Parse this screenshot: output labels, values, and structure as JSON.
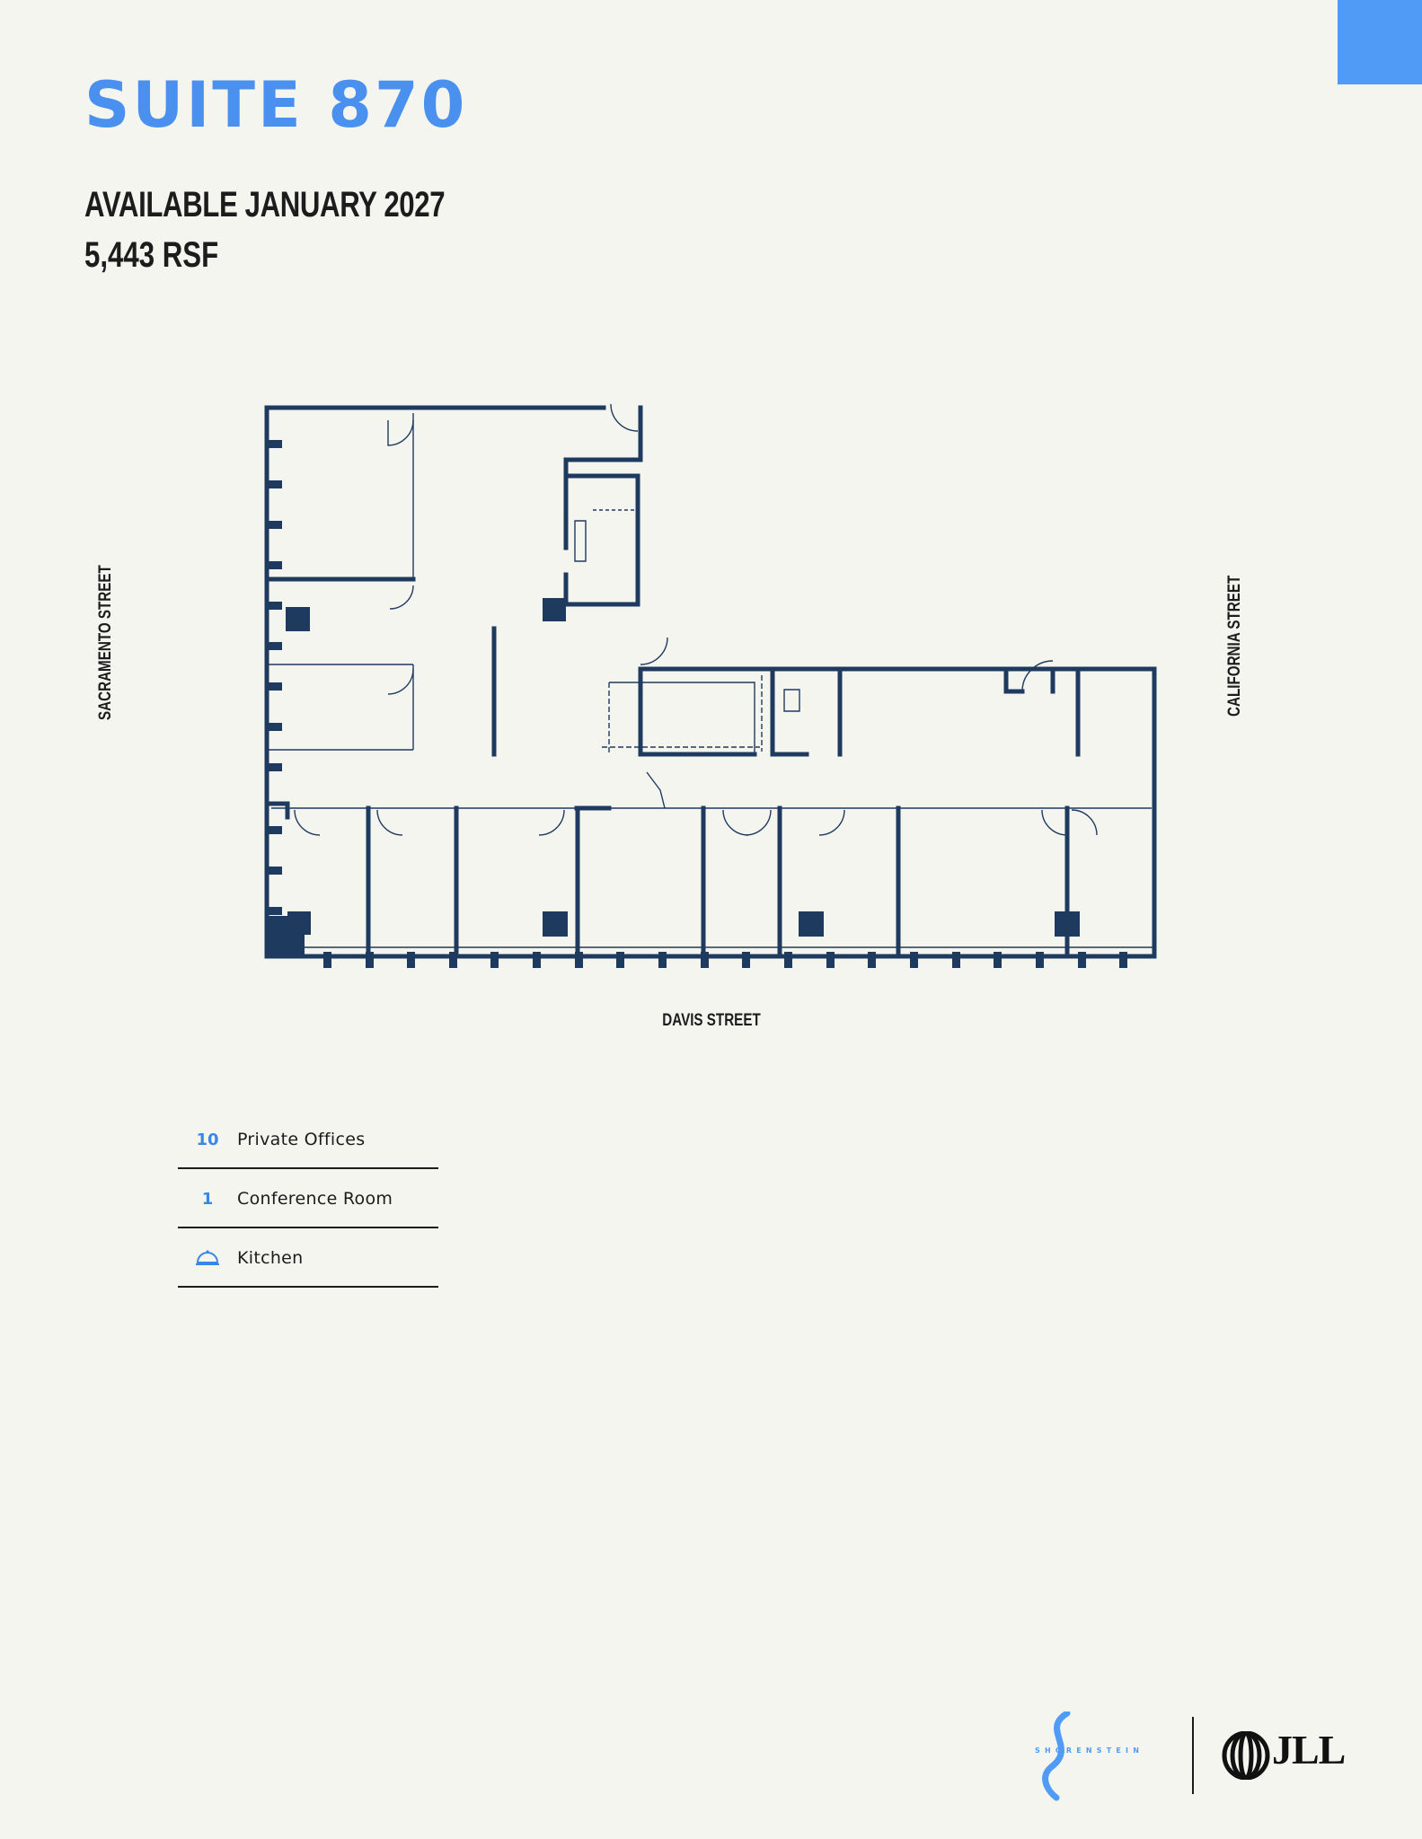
{
  "header": {
    "title": "SUITE 870",
    "availability": "AVAILABLE JANUARY 2027",
    "rsf": "5,443 RSF"
  },
  "streets": {
    "sacramento": "SACRAMENTO STREET",
    "california": "CALIFORNIA STREET",
    "davis": "DAVIS STREET"
  },
  "legend": {
    "items": [
      {
        "value": "10",
        "label": "Private Offices"
      },
      {
        "value": "1",
        "label": "Conference Room"
      },
      {
        "icon": "kitchen-cloche-icon",
        "label": "Kitchen"
      }
    ]
  },
  "branding": {
    "shorenstein": "SHORENSTEIN",
    "jll": "JLL"
  },
  "colors": {
    "accent": "#4f9bf5",
    "title": "#4a90ee",
    "plan_wall": "#1f3a5f",
    "background": "#f5f5f0"
  }
}
